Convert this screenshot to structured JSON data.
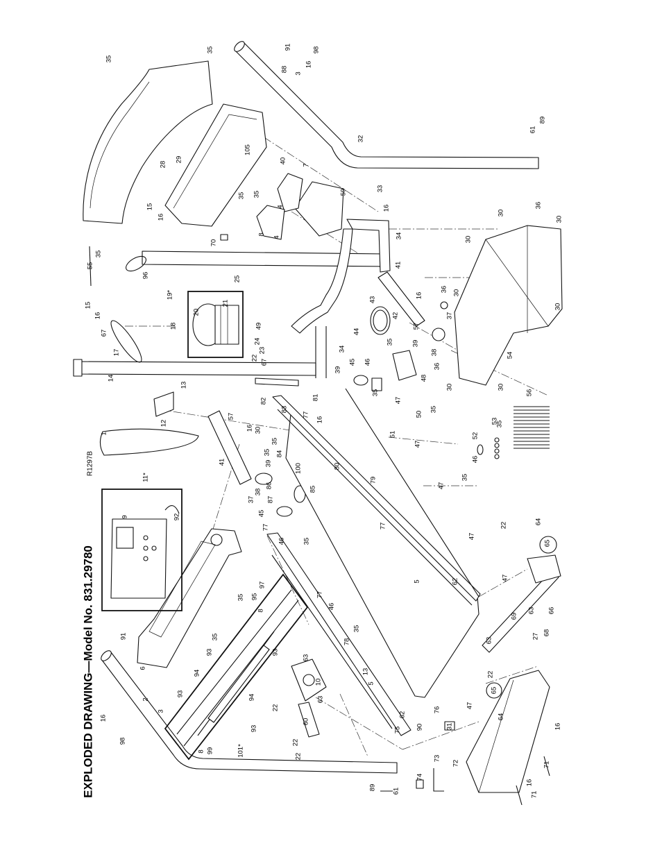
{
  "title": "EXPLODED DRAWING—Model No. 831.29780",
  "drawing_code": "R1297B",
  "callouts": [
    "35",
    "35",
    "91",
    "98",
    "16",
    "88",
    "3",
    "89",
    "61",
    "32",
    "105",
    "28",
    "29",
    "40",
    "7",
    "33",
    "35",
    "35",
    "59",
    "4",
    "15",
    "16",
    "16",
    "36",
    "30",
    "30",
    "8",
    "4",
    "70",
    "34",
    "30",
    "35",
    "55",
    "41",
    "96",
    "25",
    "19*",
    "21",
    "16",
    "36",
    "30",
    "43",
    "15",
    "16",
    "20",
    "42",
    "37",
    "30",
    "18",
    "49",
    "57",
    "44",
    "67",
    "24",
    "35",
    "39",
    "34",
    "17",
    "22",
    "23",
    "67",
    "38",
    "54",
    "45",
    "46",
    "36",
    "39",
    "14",
    "48",
    "30",
    "30",
    "13",
    "35",
    "81",
    "47",
    "82",
    "83",
    "35",
    "50",
    "56",
    "77",
    "16",
    "57",
    "53",
    "12",
    "35",
    "16",
    "30",
    "1",
    "51",
    "52",
    "35",
    "47",
    "35",
    "84",
    "41",
    "46",
    "39",
    "80",
    "100",
    "11*",
    "35",
    "79",
    "86",
    "47",
    "85",
    "38",
    "37",
    "87",
    "45",
    "9",
    "92",
    "64",
    "22",
    "77",
    "77",
    "47",
    "46",
    "35",
    "65",
    "5",
    "62",
    "47",
    "97",
    "77",
    "95",
    "35",
    "46",
    "8",
    "63",
    "66",
    "69",
    "35",
    "68",
    "91",
    "27",
    "35",
    "63",
    "78",
    "93",
    "93",
    "63",
    "6",
    "13",
    "94",
    "22",
    "10",
    "5",
    "65",
    "93",
    "94",
    "63",
    "2",
    "47",
    "22",
    "76",
    "3",
    "62",
    "64",
    "16",
    "60",
    "16",
    "31",
    "90",
    "93",
    "75",
    "98",
    "22",
    "101*",
    "99",
    "8",
    "22",
    "73",
    "72",
    "71",
    "74",
    "16",
    "89",
    "61",
    "71"
  ]
}
